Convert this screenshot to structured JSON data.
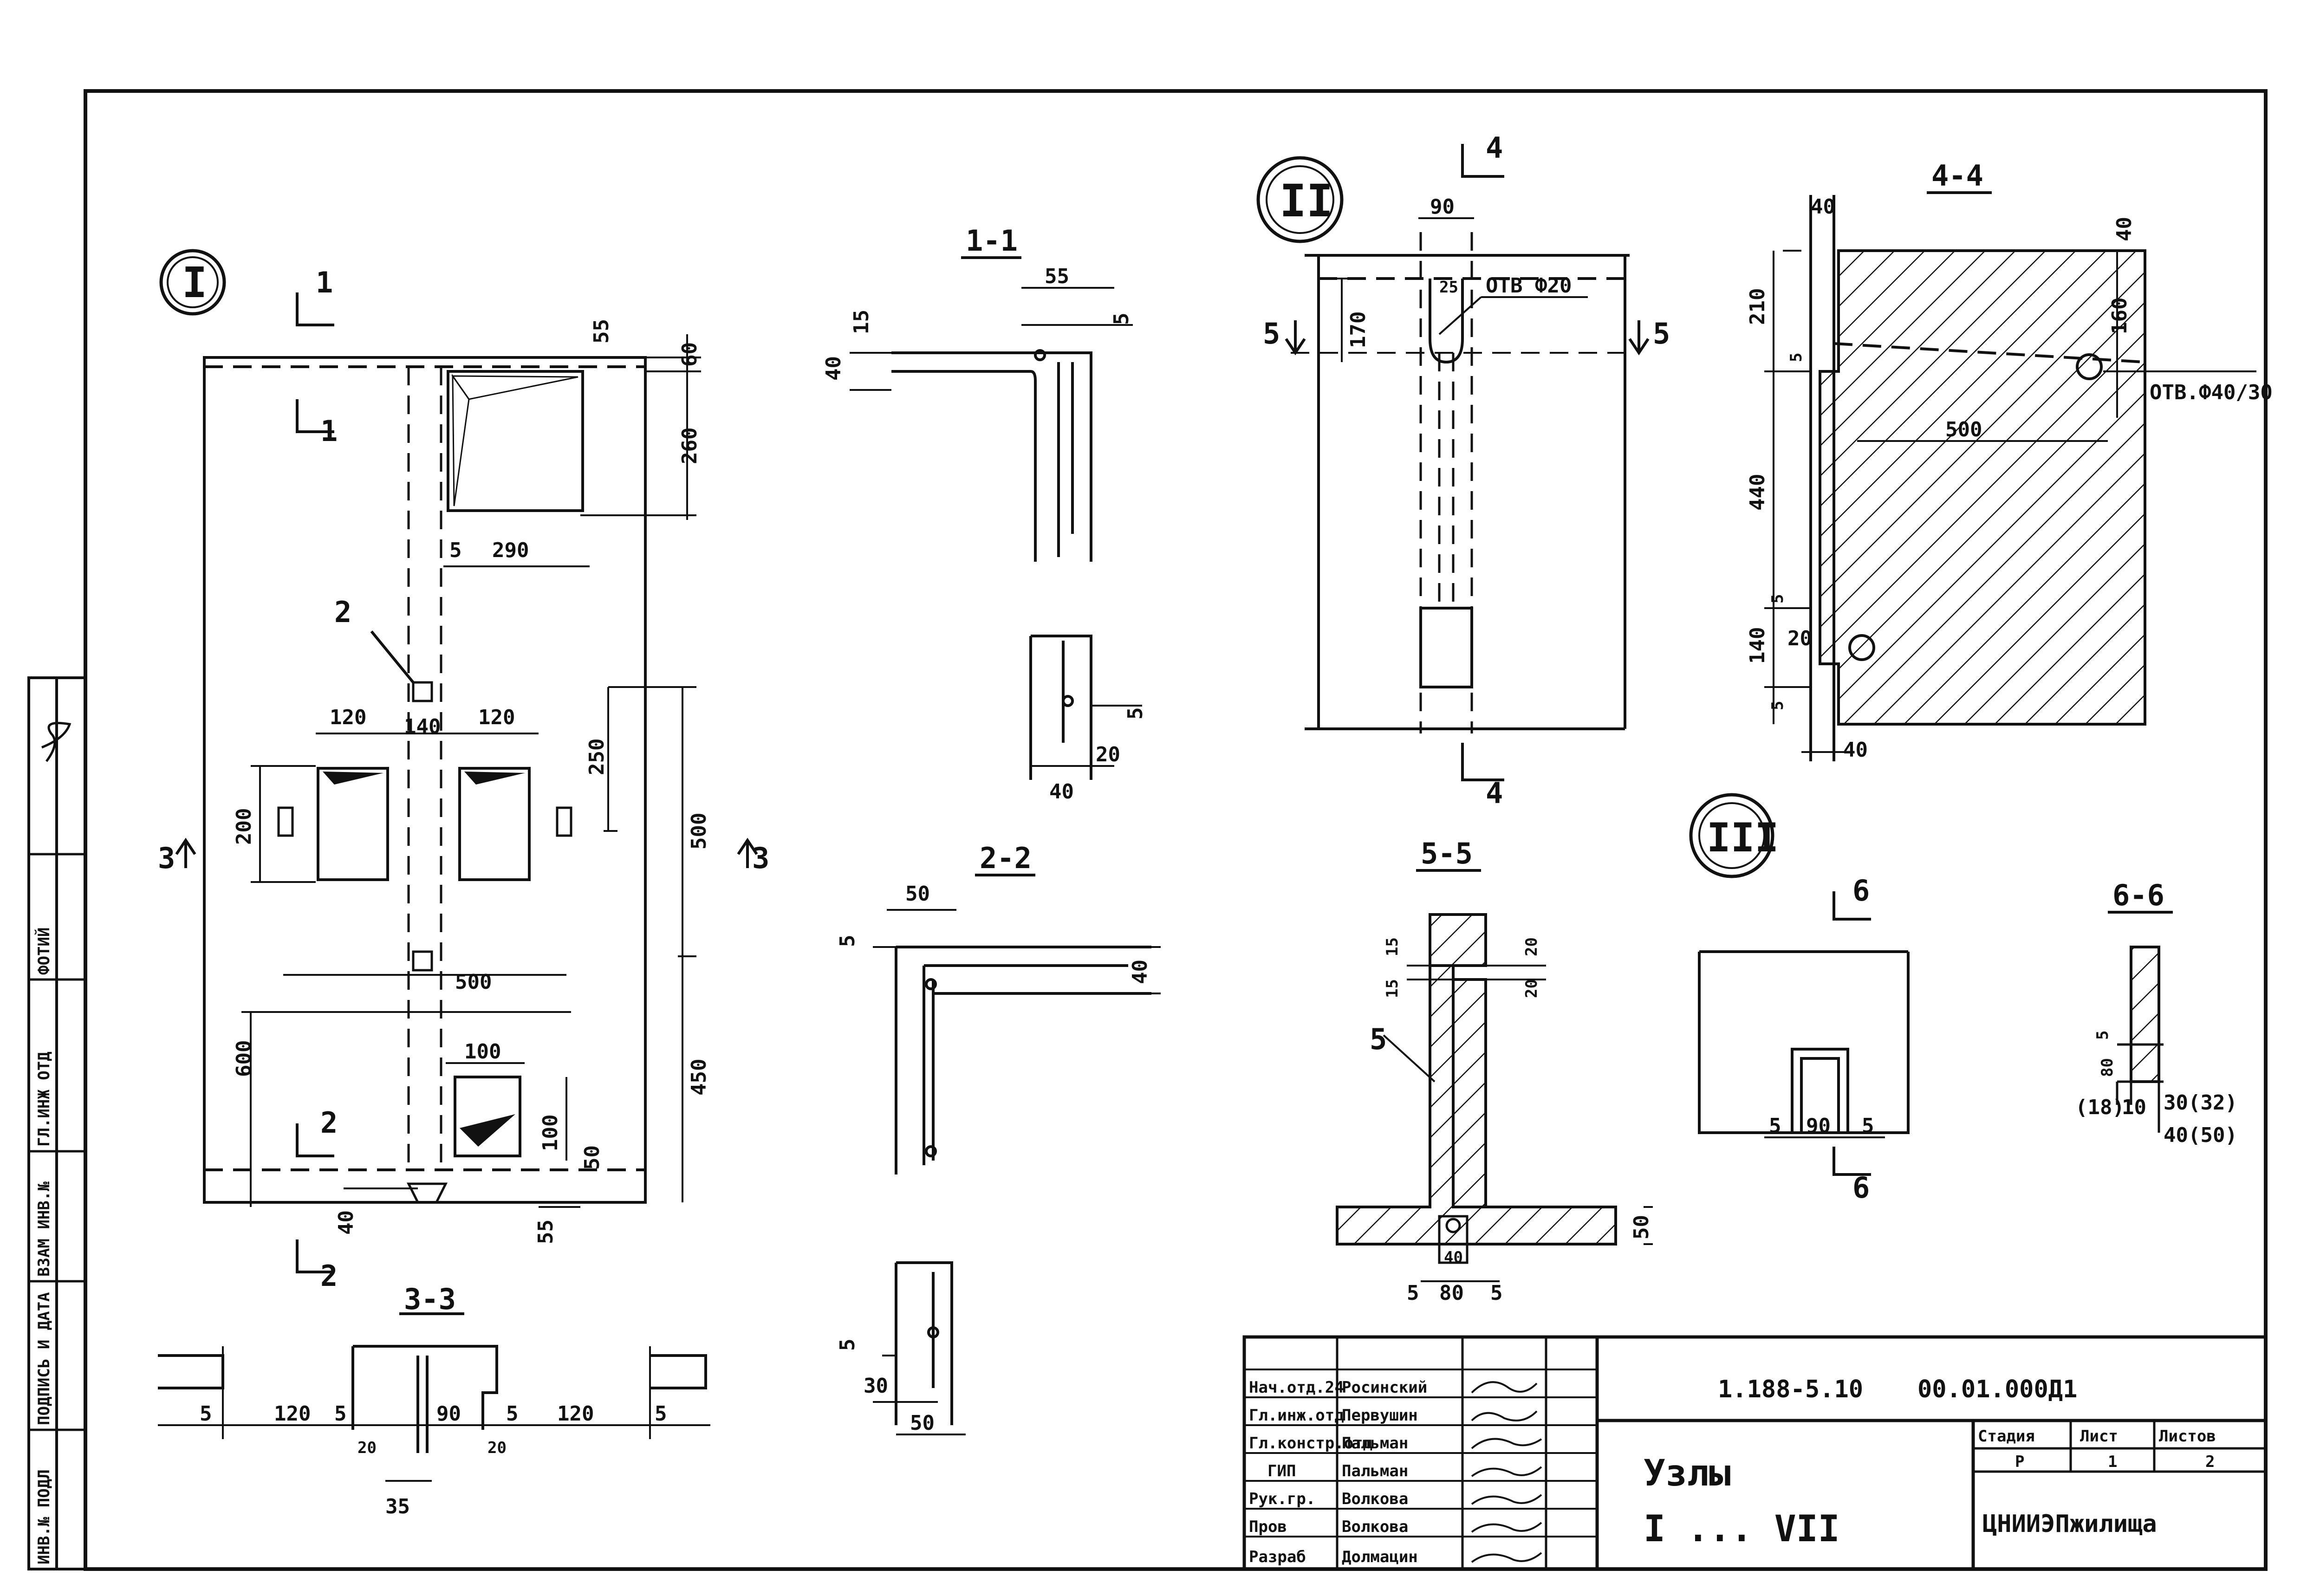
{
  "side_stamp": [
    "ИНВ.№ ПОДЛ",
    "ПОДПИСЬ И ДАТА",
    "ВЗАМ ИНВ.№",
    "ГЛ.ИНЖ ОТД",
    "ФОТИЙ"
  ],
  "node_I": {
    "marker": "I",
    "section_markers": [
      "1",
      "1",
      "2",
      "2",
      "3",
      "3"
    ],
    "callouts": [
      "2"
    ],
    "dims": [
      "55",
      "60",
      "260",
      "290",
      "5",
      "120",
      "140",
      "120",
      "250",
      "200",
      "500",
      "500",
      "600",
      "450",
      "100",
      "100",
      "50",
      "40",
      "55"
    ]
  },
  "section_1_1": {
    "title": "1-1",
    "dims": [
      "55",
      "15",
      "5",
      "40",
      "5",
      "20",
      "40"
    ]
  },
  "section_2_2": {
    "title": "2-2",
    "dims": [
      "50",
      "5",
      "40",
      "5",
      "30",
      "50"
    ]
  },
  "section_3_3": {
    "title": "3-3",
    "dims": [
      "5",
      "120",
      "5",
      "90",
      "5",
      "120",
      "5",
      "20",
      "20",
      "35"
    ]
  },
  "node_II": {
    "marker": "II",
    "section_markers": [
      "4",
      "4",
      "5",
      "5"
    ],
    "dims": [
      "90",
      "170",
      "25"
    ],
    "hole_label": "ОТВ Ф20"
  },
  "section_4_4": {
    "title": "4-4",
    "dims": [
      "40",
      "40",
      "210",
      "160",
      "5",
      "500",
      "440",
      "5",
      "20",
      "140",
      "5",
      "40"
    ],
    "hole_label": "ОТВ.Ф40/30"
  },
  "section_5_5": {
    "title": "5-5",
    "callout": "5",
    "dims": [
      "15",
      "20",
      "15",
      "20",
      "50",
      "40",
      "5",
      "80",
      "5"
    ]
  },
  "node_III": {
    "marker": "III",
    "section_markers": [
      "6",
      "6"
    ],
    "dims": [
      "5",
      "90",
      "5"
    ]
  },
  "section_6_6": {
    "title": "6-6",
    "dims": [
      "5",
      "80",
      "(18)",
      "10",
      "30(32)",
      "40(50)"
    ]
  },
  "title_block": {
    "doc_number": "1.188-5.10",
    "doc_code": "00.01.000Д1",
    "title_line1": "Узлы",
    "title_line2": "I ... VII",
    "stage_label": "Стадия",
    "sheet_label": "Лист",
    "sheets_label": "Листов",
    "stage": "Р",
    "sheet": "1",
    "sheets": "2",
    "organization": "ЦНИИЭПжилища",
    "staff": [
      {
        "role": "Нач.отд.24",
        "name": "Росинский"
      },
      {
        "role": "Гл.инж.отд",
        "name": "Первушин"
      },
      {
        "role": "Гл.констр.отд",
        "name": "Пальман"
      },
      {
        "role": "ГИП",
        "name": "Пальман"
      },
      {
        "role": "Рук.гр.",
        "name": "Волкова"
      },
      {
        "role": "Пров",
        "name": "Волкова"
      },
      {
        "role": "Разраб",
        "name": "Долмацин"
      }
    ]
  }
}
